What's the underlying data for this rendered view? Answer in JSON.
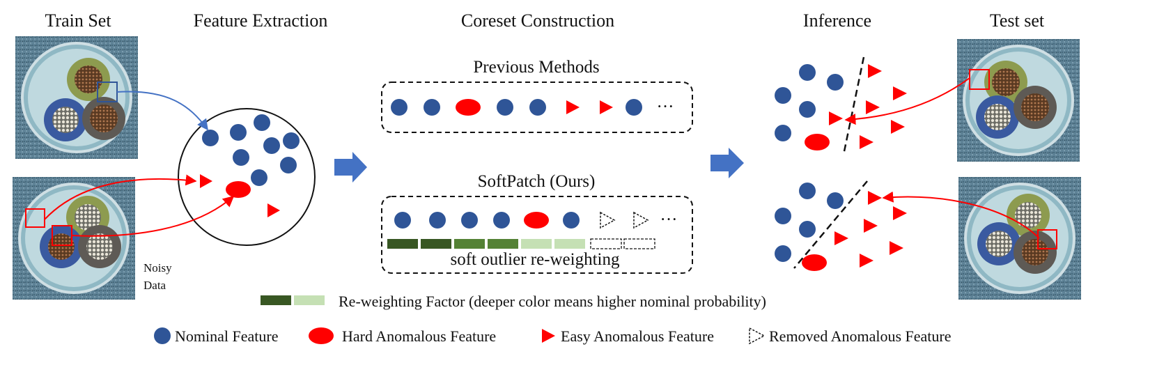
{
  "headers": {
    "train_set": "Train Set",
    "feature_extraction": "Feature Extraction",
    "coreset_construction": "Coreset Construction",
    "inference": "Inference",
    "test_set": "Test set"
  },
  "noisy_label": {
    "line1": "Noisy",
    "line2": "Data"
  },
  "previous_methods": {
    "title": "Previous Methods",
    "ellipsis": "···"
  },
  "softpatch": {
    "title": "SoftPatch (Ours)",
    "ellipsis": "···",
    "caption": "soft outlier re-weighting",
    "weight_colors": [
      "#385723",
      "#385723",
      "#548235",
      "#548235",
      "#c5e0b4",
      "#c5e0b4"
    ]
  },
  "reweighting_legend": {
    "text": "Re-weighting Factor (deeper color means higher nominal probability)",
    "dark_color": "#385723",
    "light_color": "#c5e0b4"
  },
  "legend": {
    "nominal": "Nominal Feature",
    "hard": "Hard Anomalous Feature",
    "easy": "Easy Anomalous Feature",
    "removed": "Removed Anomalous Feature"
  },
  "colors": {
    "nominal": "#2f5597",
    "anomalous": "#ff0000",
    "arrow_block": "#4472c4",
    "cable_bg": "#5b7d8f"
  },
  "icons": [
    "cable-photo-icon",
    "block-arrow-icon",
    "decision-boundary-icon"
  ]
}
